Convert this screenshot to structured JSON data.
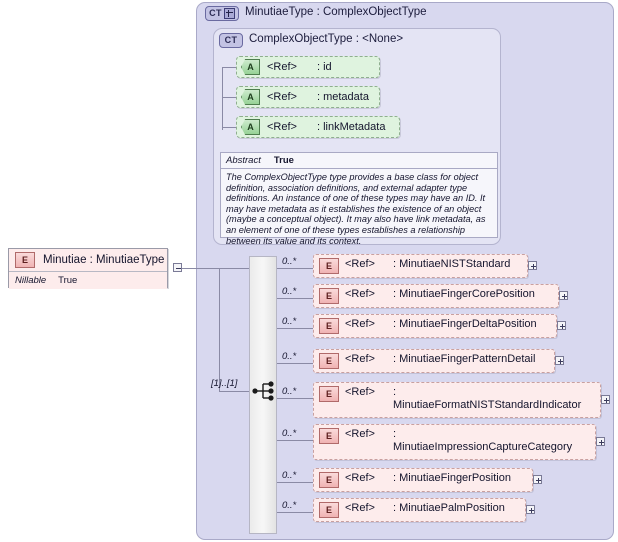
{
  "outer_type": {
    "badge": "CT",
    "title": "MinutiaeType : ComplexObjectType"
  },
  "inner_type": {
    "badge": "CT",
    "title": "ComplexObjectType : <None>"
  },
  "attributes": [
    {
      "icon": "A",
      "ref": "<Ref>",
      "name": ": id"
    },
    {
      "icon": "A",
      "ref": "<Ref>",
      "name": ": metadata"
    },
    {
      "icon": "A",
      "ref": "<Ref>",
      "name": ": linkMetadata"
    }
  ],
  "documentation": {
    "abstract_label": "Abstract",
    "abstract_value": "True",
    "text": "The ComplexObjectType type provides a base class for object definition, association definitions, and external adapter type definitions. An instance of one of these types may have an ID. It may have metadata as it establishes the existence of an object (maybe a conceptual object). It may also have link metadata, as an element of one of these types establishes a relationship between its value and its context."
  },
  "element": {
    "icon": "E",
    "title": "Minutiae : MinutiaeType",
    "nillable_label": "Nillable",
    "nillable_value": "True"
  },
  "compositor": {
    "kind": "sequence",
    "cardinality": "[1]..[1]"
  },
  "children": [
    {
      "card": "0..*",
      "icon": "E",
      "ref": "<Ref>",
      "name": ": MinutiaeNISTStandard"
    },
    {
      "card": "0..*",
      "icon": "E",
      "ref": "<Ref>",
      "name": ": MinutiaeFingerCorePosition"
    },
    {
      "card": "0..*",
      "icon": "E",
      "ref": "<Ref>",
      "name": ": MinutiaeFingerDeltaPosition"
    },
    {
      "card": "0..*",
      "icon": "E",
      "ref": "<Ref>",
      "name": ": MinutiaeFingerPatternDetail"
    },
    {
      "card": "0..*",
      "icon": "E",
      "ref": "<Ref>",
      "name": ": MinutiaeFormatNISTStandardIndicator"
    },
    {
      "card": "0..*",
      "icon": "E",
      "ref": "<Ref>",
      "name": ": MinutiaeImpressionCaptureCategory"
    },
    {
      "card": "0..*",
      "icon": "E",
      "ref": "<Ref>",
      "name": ": MinutiaeFingerPosition"
    },
    {
      "card": "0..*",
      "icon": "E",
      "ref": "<Ref>",
      "name": ": MinutiaePalmPosition"
    }
  ],
  "colors": {
    "panel": "#d8d8ef",
    "inner_panel": "#e4e4f4",
    "attribute": "#dff3df",
    "element": "#fdecec",
    "line": "#8a8aa5"
  }
}
